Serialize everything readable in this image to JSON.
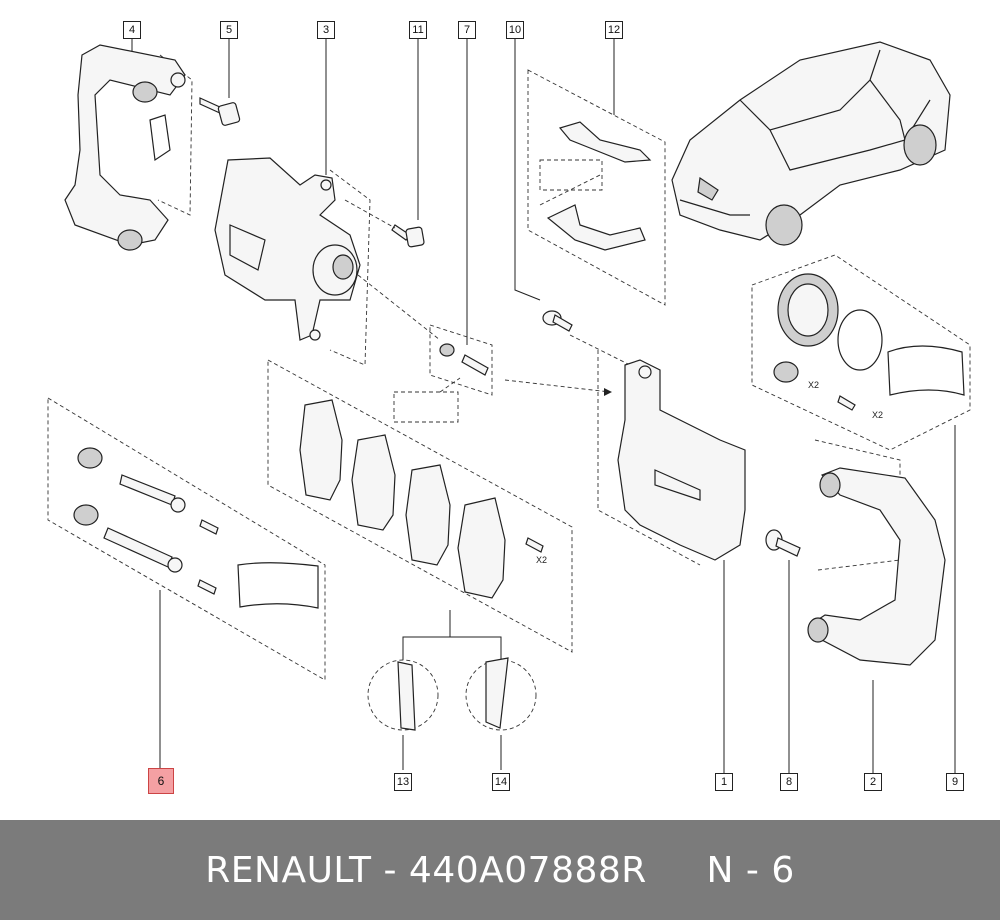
{
  "callouts": {
    "c4": "4",
    "c5": "5",
    "c3": "3",
    "c11": "11",
    "c7": "7",
    "c10": "10",
    "c12": "12",
    "c6": "6",
    "c13": "13",
    "c14": "14",
    "c1": "1",
    "c8": "8",
    "c2": "2",
    "c9": "9"
  },
  "notes": {
    "x2_seal": "X2",
    "x2_bolt": "X2",
    "x2_pads": "X2"
  },
  "footer": {
    "brand": "RENAULT",
    "separator": " - ",
    "part_number": "440A07888R",
    "spacer": "     ",
    "position": "N - 6"
  },
  "colors": {
    "highlight": "#f4a0a3",
    "footer_bg": "#7b7b7b"
  }
}
